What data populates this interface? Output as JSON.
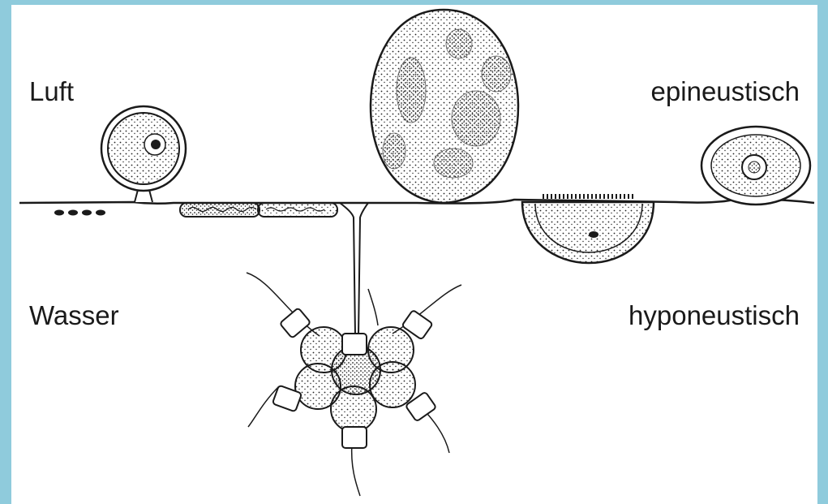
{
  "labels": {
    "air": "Luft",
    "water": "Wasser",
    "epineustic": "epineustisch",
    "hyponeustic": "hyponeustisch"
  },
  "colors": {
    "background": "#8fcbdc",
    "paper": "#ffffff",
    "ink": "#1a1a1a"
  }
}
